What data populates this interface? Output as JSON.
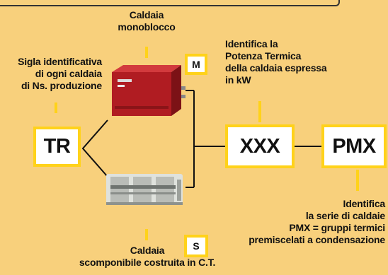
{
  "labels": {
    "monoblocco_title": "Caldaia",
    "monoblocco_sub": "monoblocco",
    "sigla_line1": "Sigla identificativa",
    "sigla_line2": "di ogni caldaia",
    "sigla_line3": "di Ns. produzione",
    "potenza_line1": "Identifica la",
    "potenza_line2": "Potenza Termica",
    "potenza_line3": "della caldaia espressa",
    "potenza_line4": "in kW",
    "serie_line1": "Identifica",
    "serie_line2": "la serie di caldaie",
    "serie_line3": "PMX = gruppi termici",
    "serie_line4": "premiscelati a condensazione",
    "scomponibile_line1": "Caldaia",
    "scomponibile_line2": "scomponibile costruita in C.T."
  },
  "boxes": {
    "tr": "TR",
    "xxx": "XXX",
    "pmx": "PMX",
    "m": "M",
    "s": "S"
  },
  "colors": {
    "background": "#f8d07c",
    "box_border": "#ffd21a",
    "box_fill": "#ffffff",
    "connector": "#111111",
    "tick": "#ffd21a",
    "boiler_red": "#b01c22",
    "boiler_steel": "#c9ccc8"
  }
}
